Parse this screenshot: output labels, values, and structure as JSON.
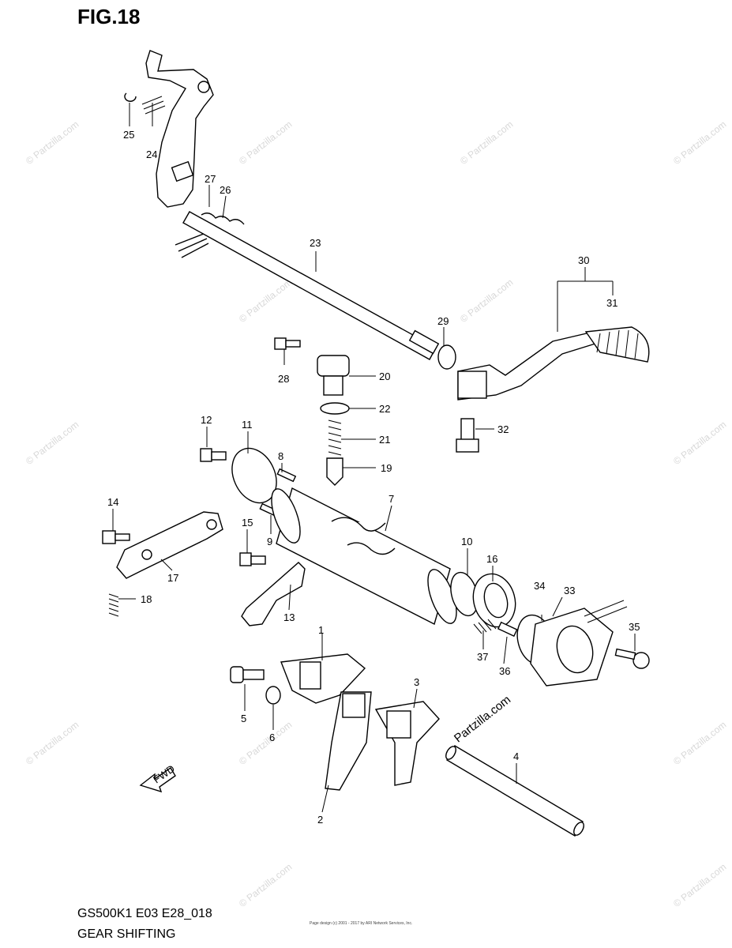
{
  "header": {
    "figure": "FIG.18"
  },
  "footer": {
    "model_code": "GS500K1 E03 E28_018",
    "section_title": "GEAR SHIFTING",
    "copyright": "Page design (c) 2001 - 2017 by ARI Network Services, Inc."
  },
  "watermark": {
    "text": "© Partzilla.com"
  },
  "overlay": {
    "site": "Partzilla.com"
  },
  "direction_marker": {
    "text": "FWD"
  },
  "callouts": [
    "1",
    "2",
    "3",
    "4",
    "5",
    "6",
    "7",
    "8",
    "9",
    "10",
    "11",
    "12",
    "13",
    "14",
    "15",
    "16",
    "17",
    "18",
    "19",
    "20",
    "21",
    "22",
    "23",
    "24",
    "25",
    "26",
    "27",
    "28",
    "29",
    "30",
    "31",
    "32",
    "33",
    "34",
    "35",
    "36",
    "37"
  ]
}
